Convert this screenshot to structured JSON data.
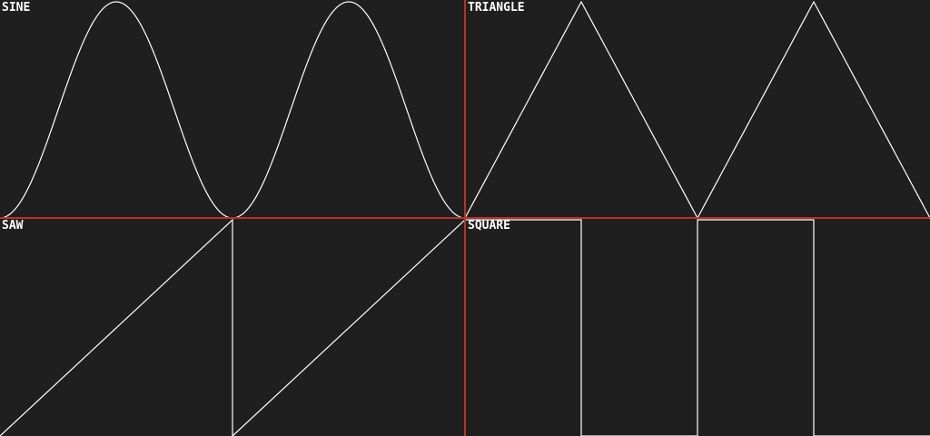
{
  "colors": {
    "background": "#1f1f1f",
    "waveform": "#ffffff",
    "divider": "#b83232"
  },
  "chart_data": [
    {
      "type": "line",
      "title": "SINE",
      "waveform": "sine",
      "cycles": 2,
      "ylim": [
        0,
        1
      ]
    },
    {
      "type": "line",
      "title": "TRIANGLE",
      "waveform": "triangle",
      "cycles": 2,
      "ylim": [
        0,
        1
      ]
    },
    {
      "type": "line",
      "title": "SAW",
      "waveform": "saw",
      "cycles": 2,
      "ylim": [
        0,
        1
      ]
    },
    {
      "type": "line",
      "title": "SQUARE",
      "waveform": "square",
      "cycles": 2,
      "ylim": [
        0,
        1
      ]
    }
  ]
}
